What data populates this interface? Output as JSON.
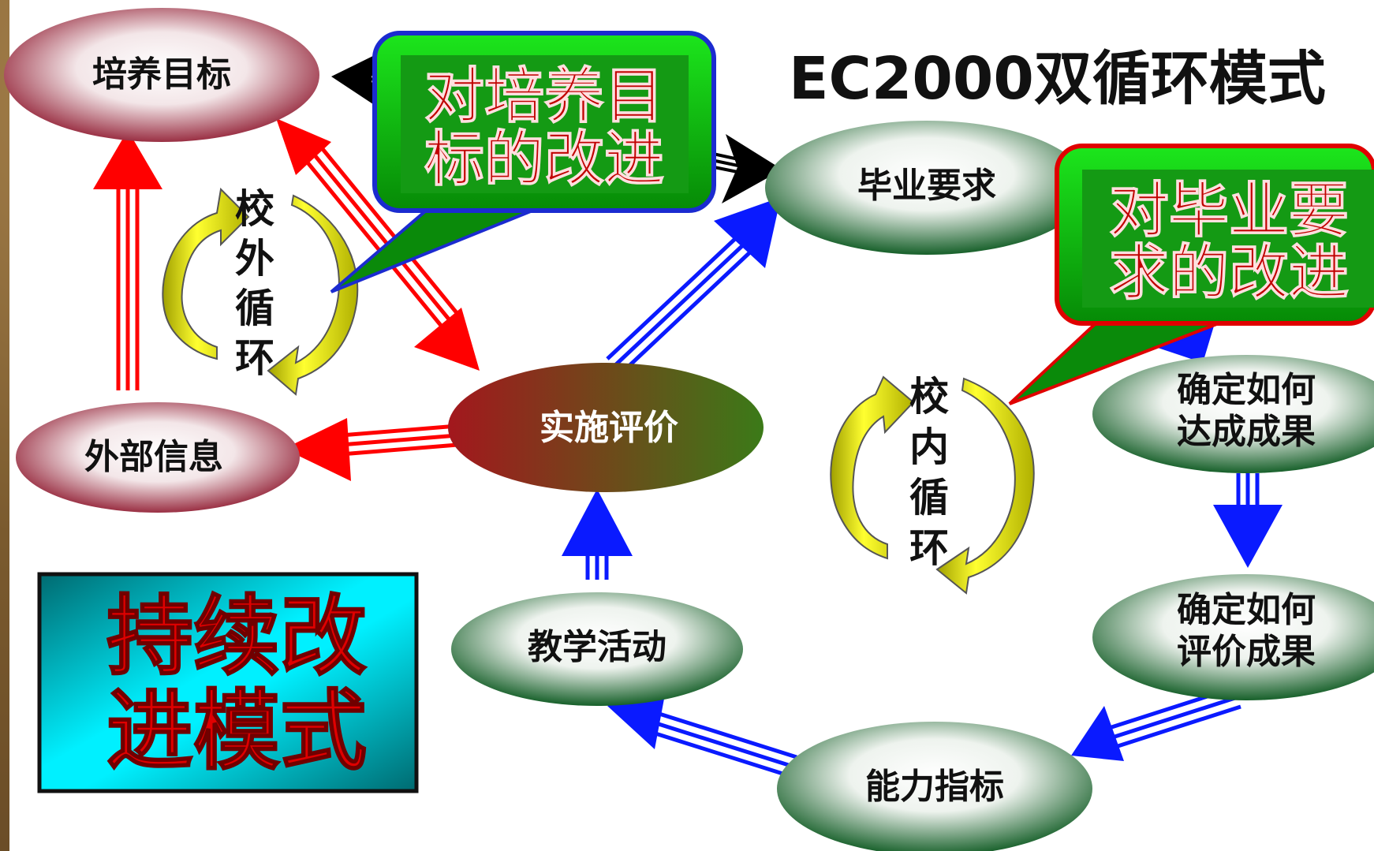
{
  "title": "EC2000双循环模式",
  "nodes": {
    "training_goals": "培养目标",
    "external_info": "外部信息",
    "graduation_requirements": "毕业要求",
    "implementation_evaluation": "实施评价",
    "teaching_activities": "教学活动",
    "how_to_achieve": [
      "确定如何",
      "达成成果"
    ],
    "how_to_evaluate": [
      "确定如何",
      "评价成果"
    ],
    "ability_indicators": "能力指标"
  },
  "callouts": {
    "goal_improvement": [
      "对培养目",
      "标的改进"
    ],
    "requirement_improvement": [
      "对毕业要",
      "求的改进"
    ]
  },
  "loops": {
    "external_loop": [
      "校",
      "外",
      "循",
      "环"
    ],
    "internal_loop": [
      "校",
      "内",
      "循",
      "环"
    ]
  },
  "badge": [
    "持续改",
    "进模式"
  ],
  "colors": {
    "red_arrow": "#ff0000",
    "blue_arrow": "#0a1aff",
    "black_arrow": "#000000",
    "red_node": "#a01830",
    "green_node": "#1f6b2a",
    "callout_green": "#0fd40f",
    "badge_cyan": "#00e5f0",
    "loop_yellow": "#f5f000"
  }
}
